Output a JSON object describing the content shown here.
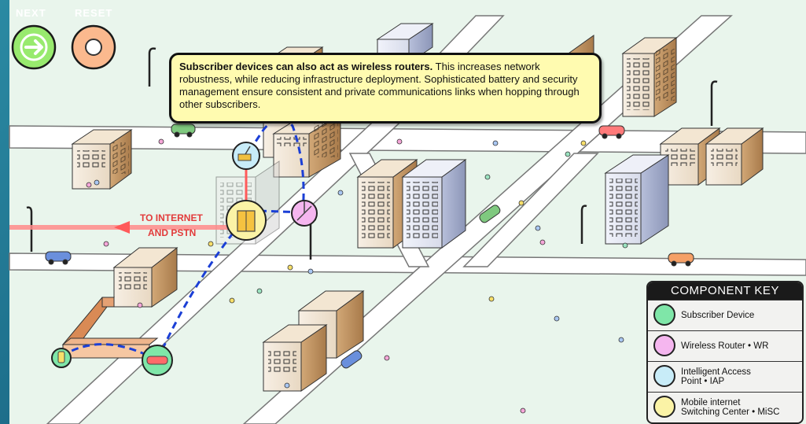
{
  "nav": {
    "next_label": "NEXT",
    "reset_label": "RESET"
  },
  "callout": {
    "title": "Subscriber devices can also act as wireless routers.",
    "body": "This increases network robustness, while reducing infrastructure deployment. Sophisticated battery and security management ensure consistent and private communications links when hopping through other subscribers."
  },
  "internet_label": {
    "line1": "TO INTERNET",
    "line2": "AND PSTN"
  },
  "component_key": {
    "title": "COMPONENT KEY",
    "items": [
      {
        "label": "Subscriber Device",
        "color": "#7fe6a8"
      },
      {
        "label": "Wireless Router • WR",
        "color": "#f5b6ef"
      },
      {
        "label": "Intelligent Access\nPoint • IAP",
        "color": "#c8ecf8"
      },
      {
        "label": "Mobile internet\nSwitching Center • MiSC",
        "color": "#fbf3a6"
      }
    ]
  },
  "colors": {
    "ground": "#e9f5ec",
    "road": "#ffffff",
    "link": "#1b3fd6",
    "wired_link": "#ff6b6b"
  },
  "icons": {
    "next": "arrow-right-icon",
    "reset": "circle-icon"
  }
}
